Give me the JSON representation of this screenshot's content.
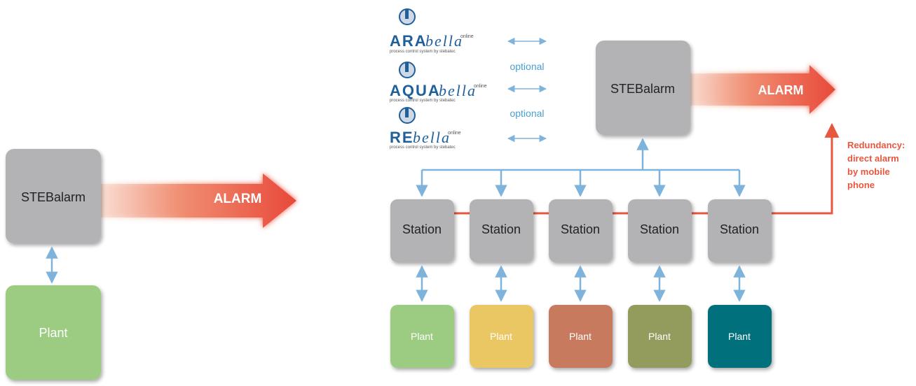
{
  "colors": {
    "box_gray": "#b3b3b6",
    "arrow_blue": "#7eb3dc",
    "alarm_red": "#e8563e",
    "logo_blue": "#1f5f9c",
    "plants": [
      "#9ccc81",
      "#ebc763",
      "#c87a5e",
      "#939b5d",
      "#00707c"
    ]
  },
  "left": {
    "stebalarm": "STEBalarm",
    "alarm": "ALARM",
    "plant": "Plant"
  },
  "right": {
    "stebalarm": "STEBalarm",
    "alarm": "ALARM",
    "stations": [
      "Station",
      "Station",
      "Station",
      "Station",
      "Station"
    ],
    "plants": [
      "Plant",
      "Plant",
      "Plant",
      "Plant",
      "Plant"
    ],
    "optional_1": "optional",
    "optional_2": "optional",
    "redundancy": [
      "Redundancy:",
      "direct alarm",
      "by mobile",
      "phone"
    ]
  },
  "logos": [
    {
      "name": "ARA",
      "script": "bella",
      "sup": "online",
      "tagline": "process control system by stebatec"
    },
    {
      "name": "AQUA",
      "script": "bella",
      "sup": "online",
      "tagline": "process control system by stebatec"
    },
    {
      "name": "RE",
      "script": "bella",
      "sup": "online",
      "tagline": "process control system by stebatec"
    }
  ]
}
